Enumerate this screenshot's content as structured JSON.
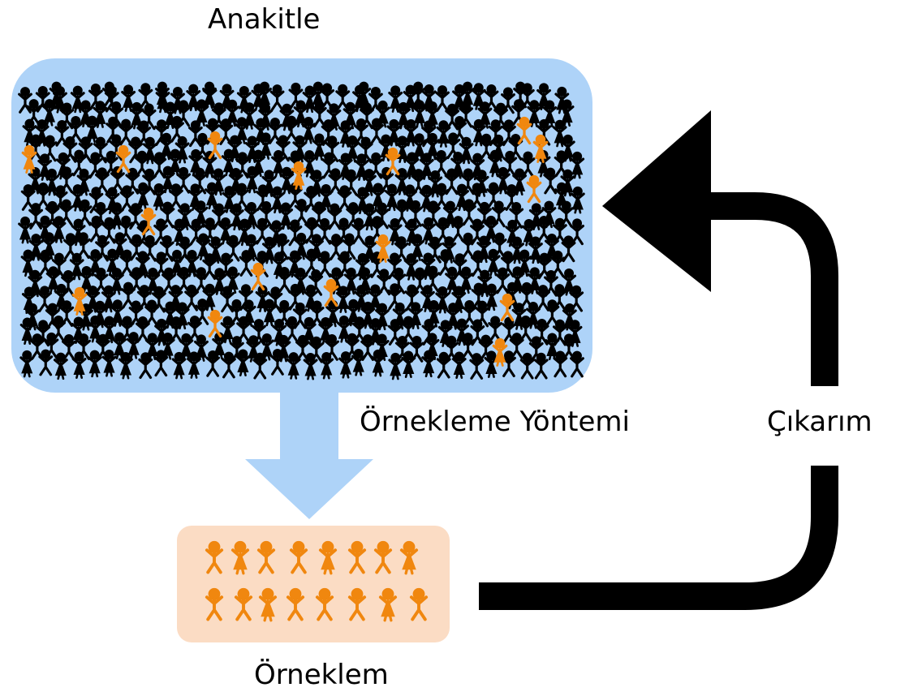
{
  "labels": {
    "population": "Anakitle",
    "sampling_method": "Örnekleme Yöntemi",
    "inference": "Çıkarım",
    "sample": "Örneklem"
  },
  "colors": {
    "population_box": "#aed3f8",
    "sample_box": "#fbdcc4",
    "down_arrow": "#aed3f8",
    "person_dark": "#000000",
    "person_selected": "#f0870f",
    "loop_arrow": "#000000"
  },
  "icons": {
    "person": "person-icon",
    "loop_arrow": "curved-arrow-icon",
    "down_arrow": "down-arrow-icon"
  }
}
